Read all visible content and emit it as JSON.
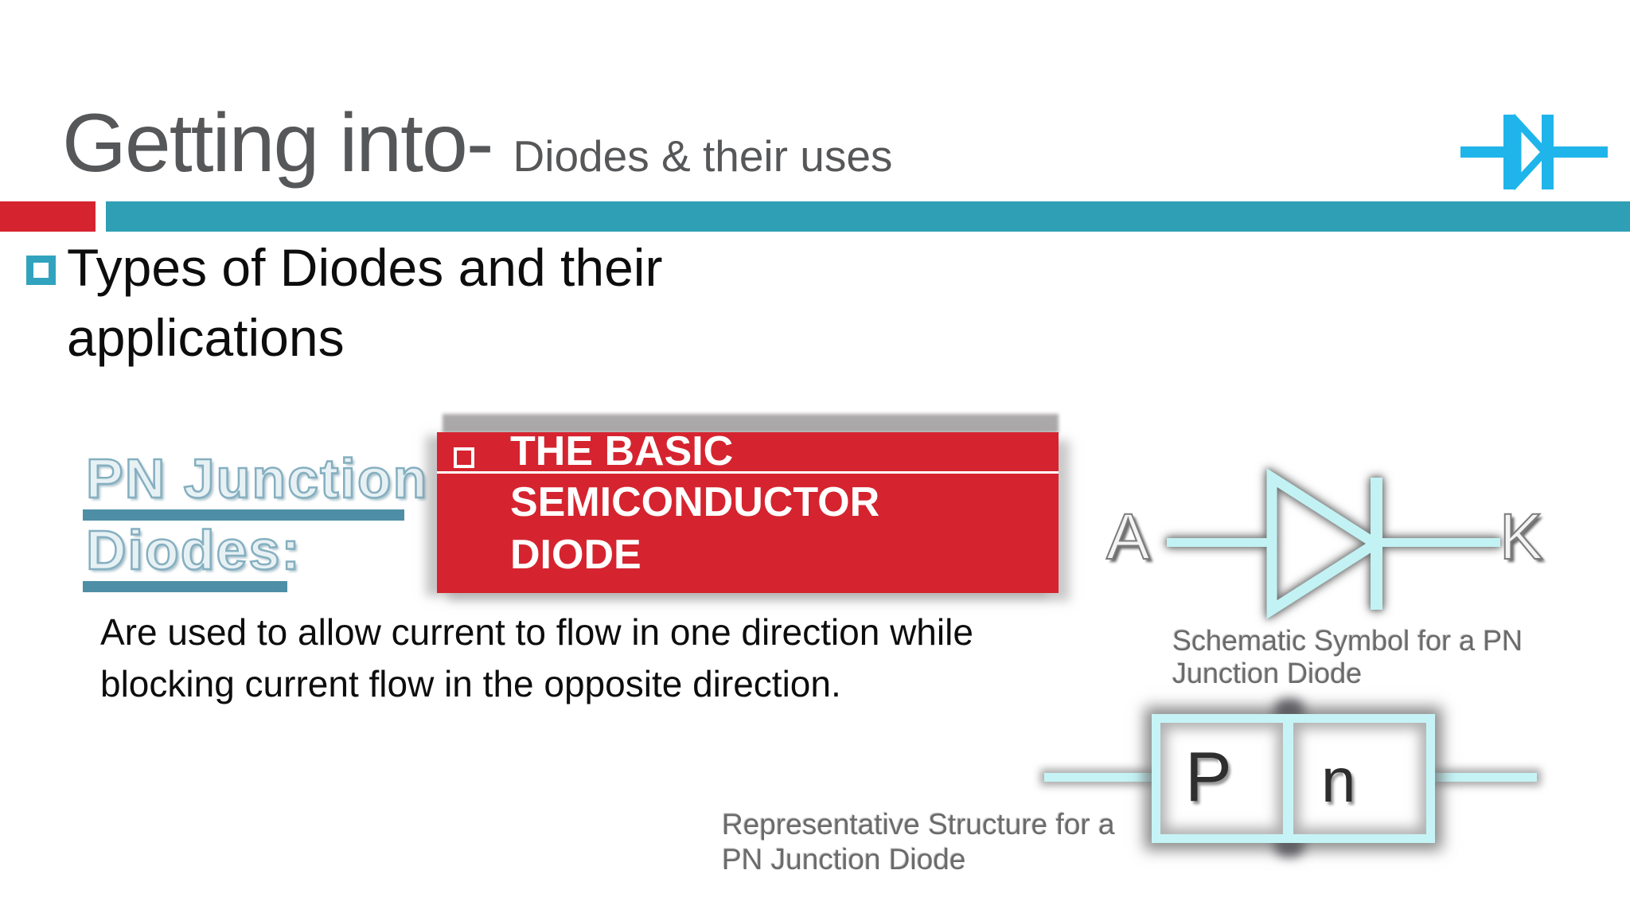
{
  "slide": {
    "header": {
      "title": "Getting into-",
      "subtitle": "Diodes & their uses"
    },
    "section_heading": {
      "line1": "Types of Diodes and their",
      "line2": "applications"
    },
    "wordart": {
      "line1": "PN Junction",
      "line2": "Diodes:"
    },
    "callout": {
      "line1": "THE BASIC",
      "line2": "SEMICONDUCTOR",
      "line3": "DIODE"
    },
    "body": {
      "line1": "Are used to allow current to flow in one direction while",
      "line2": "blocking current flow in the opposite direction."
    },
    "schematic": {
      "anode_label": "A",
      "cathode_label": "K",
      "caption_line1": "Schematic Symbol for a PN",
      "caption_line2": "Junction Diode"
    },
    "structure": {
      "p_label": "P",
      "n_label": "n",
      "caption_line1": "Representative Structure for a",
      "caption_line2": "PN Junction Diode"
    },
    "icons": {
      "diode_icon": "cyan diode schematic glyph",
      "heading_bullet": "hollow teal square",
      "callout_bullet": "hollow white square"
    },
    "colors": {
      "accent_red": "#D5242F",
      "bar_teal": "#2E9FB4",
      "icon_cyan": "#20B5EA",
      "pale_cyan": "#C6F4F6",
      "title_gray": "#565759",
      "text_black": "#0D0D0D",
      "caption_gray": "#6B6B6B",
      "wordart_underline": "#4E8FA6"
    }
  }
}
